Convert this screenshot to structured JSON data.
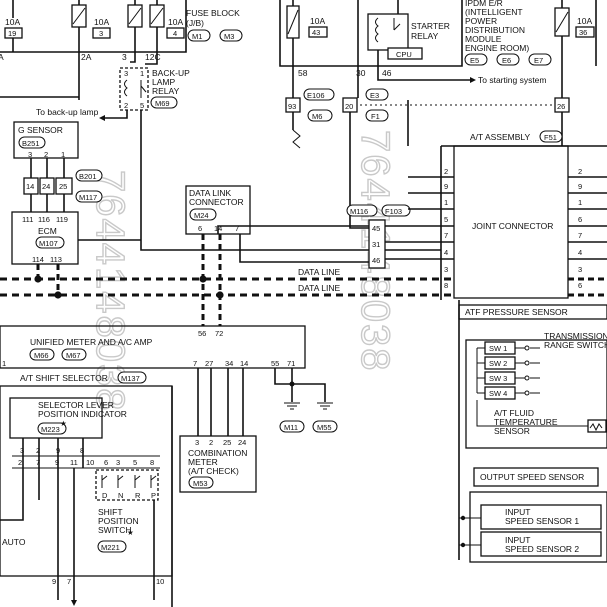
{
  "watermark": {
    "left": "7644148038",
    "right": "7644148038"
  },
  "fuses": {
    "f19": {
      "amp": "10A",
      "num": "19"
    },
    "f3": {
      "amp": "10A",
      "num": "3"
    },
    "f4": {
      "amp": "10A",
      "num": "4"
    },
    "f43": {
      "amp": "10A",
      "num": "43"
    },
    "f36": {
      "amp": "10A",
      "num": "36"
    }
  },
  "fuse_block": {
    "title": "FUSE BLOCK",
    "subtitle": "(J/B)",
    "conn1": "M1",
    "conn2": "M3"
  },
  "ipdm": {
    "lines": [
      "IPDM E/R",
      "(INTELLIGENT",
      "POWER",
      "DISTRIBUTION",
      "MODULE",
      "ENGINE ROOM)"
    ],
    "conn": [
      "E5",
      "E6",
      "E7"
    ],
    "relay_label": [
      "STARTER",
      "RELAY"
    ],
    "cpu": "CPU",
    "pins": {
      "p58": "58",
      "p30": "30",
      "p46": "46"
    },
    "to_starting": "To starting system"
  },
  "pins_top": {
    "p2a_left": "A",
    "p2a": "2A",
    "p3": "3",
    "p12c": "12C"
  },
  "backup_relay": {
    "label": [
      "BACK-UP",
      "LAMP",
      "RELAY"
    ],
    "conn": "M69",
    "pins": {
      "p3": "3",
      "p1": "1",
      "p2": "2",
      "p5": "5"
    },
    "to_lamp": "To back-up lamp"
  },
  "g_sensor": {
    "label": "G SENSOR",
    "conn": "B251",
    "pins": [
      "3",
      "2",
      "1"
    ]
  },
  "joint_pins": {
    "p14": "14",
    "p24": "24",
    "p25": "25",
    "c1": "B201",
    "c2": "M117"
  },
  "ecm": {
    "label": "ECM",
    "conn": "M107",
    "pins_top": [
      "111",
      "116",
      "119"
    ],
    "pins_bottom": [
      "114",
      "113"
    ]
  },
  "data_link": {
    "label": [
      "DATA LINK",
      "CONNECTOR"
    ],
    "conn": "M24",
    "pins": [
      "6",
      "14",
      "7"
    ]
  },
  "mid_conns": {
    "e106": "E106",
    "m6": "M6",
    "p93": "93",
    "e3": "E3",
    "f1": "F1",
    "p20": "20",
    "p26": "26",
    "m116": "M116",
    "f103": "F103",
    "p45": "45",
    "p31": "31",
    "p46": "46"
  },
  "at_assembly": {
    "label": "A/T ASSEMBLY",
    "conn": "F51"
  },
  "joint_connector": {
    "label": "JOINT CONNECTOR",
    "left_pins": [
      "2",
      "9",
      "1",
      "5",
      "7",
      "4",
      "3",
      "8"
    ],
    "right_pins": [
      "2",
      "9",
      "1",
      "6",
      "7",
      "4",
      "3",
      "6"
    ]
  },
  "data_lines": {
    "l1": "DATA LINE",
    "l2": "DATA LINE"
  },
  "atf_sensor": {
    "label": "ATF PRESSURE SENSOR"
  },
  "tr_switch": {
    "label": [
      "TRANSMISSION",
      "RANGE SWITCH"
    ],
    "switches": [
      "SW 1",
      "SW 2",
      "SW 3",
      "SW 4"
    ]
  },
  "fluid_temp": {
    "label": [
      "A/T FLUID",
      "TEMPERATURE",
      "SENSOR"
    ]
  },
  "output_speed": {
    "label": "OUTPUT SPEED SENSOR"
  },
  "input_speed": {
    "s1": [
      "INPUT",
      "SPEED SENSOR 1"
    ],
    "s2": [
      "INPUT",
      "SPEED SENSOR 2"
    ]
  },
  "meter": {
    "label": "UNIFIED METER AND A/C AMP",
    "conn1": "M66",
    "conn2": "M67",
    "pin_left": "1",
    "pins_top": [
      "56",
      "72"
    ],
    "pins_bottom": [
      "7",
      "27",
      "34",
      "14",
      "55",
      "71"
    ]
  },
  "grounds": {
    "g1": "M11",
    "g2": "M55"
  },
  "shift_selector": {
    "label": "A/T SHIFT SELECTOR",
    "conn": "M137"
  },
  "selector_indicator": {
    "label": [
      "SELECTOR LEVER",
      "POSITION INDICATOR"
    ],
    "conn": "M223",
    "pins_row1": [
      "3",
      "2",
      "9",
      "8"
    ],
    "pins_row2": [
      "2",
      "7",
      "9",
      "11",
      "10",
      "6",
      "3",
      "5",
      "8"
    ]
  },
  "shift_switch": {
    "label": [
      "SHIFT",
      "POSITION",
      "SWITCH"
    ],
    "conn": "M221",
    "positions": [
      "D",
      "N",
      "R",
      "P"
    ],
    "auto": "AUTO"
  },
  "combination_meter": {
    "label": [
      "COMBINATION",
      "METER",
      "(A/T CHECK)"
    ],
    "conn": "M53",
    "pins": [
      "3",
      "2",
      "25",
      "24"
    ]
  },
  "bottom_pins": {
    "p9": "9",
    "p7": "7",
    "p10": "10"
  }
}
